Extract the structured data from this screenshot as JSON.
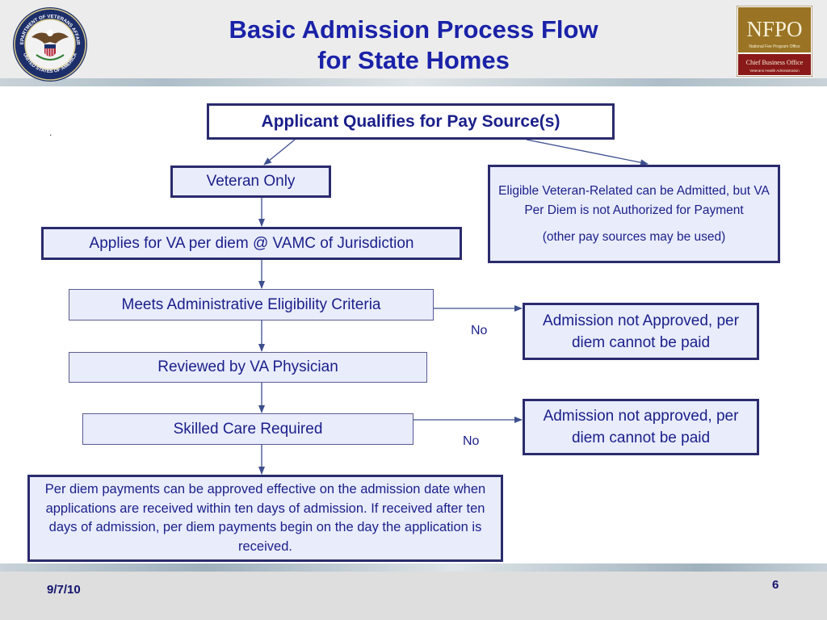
{
  "header": {
    "title_line1": "Basic Admission Process Flow",
    "title_line2": "for State Homes",
    "seal_text_top": "DEPARTMENT OF VETERANS AFFAIRS",
    "seal_text_bottom": "UNITED STATES OF AMERICA",
    "logo_text": "NFPO",
    "logo_subtext": "National Fee Program Office",
    "logo_banner": "Chief Business Office",
    "logo_banner_sub": "Veterans Health Administration"
  },
  "flow": {
    "qualifies": "Applicant Qualifies for Pay Source(s)",
    "veteran_only": "Veteran Only",
    "eligible_related": "Eligible Veteran-Related can be Admitted, but VA Per Diem is not Authorized for Payment",
    "other_sources": "(other pay sources may be used)",
    "applies": "Applies for VA per diem @ VAMC of Jurisdiction",
    "meets": "Meets Administrative Eligibility Criteria",
    "not_approved_1": "Admission not Approved, per diem cannot be paid",
    "no_label_1": "No",
    "reviewed": "Reviewed by VA Physician",
    "skilled": "Skilled Care Required",
    "not_approved_2": "Admission not approved, per diem cannot be paid",
    "no_label_2": "No",
    "per_diem": "Per diem payments can be approved effective on the admission date when applications are received within ten days of admission.  If received after ten days of admission, per diem payments begin on the day the application is received."
  },
  "footer": {
    "date": "9/7/10",
    "page_number": "6",
    "stray_mark": "."
  },
  "colors": {
    "title": "#1a22a8",
    "box_text": "#1a1f8a",
    "box_fill": "#e9ecfb",
    "box_border": "#2b2b6e"
  }
}
